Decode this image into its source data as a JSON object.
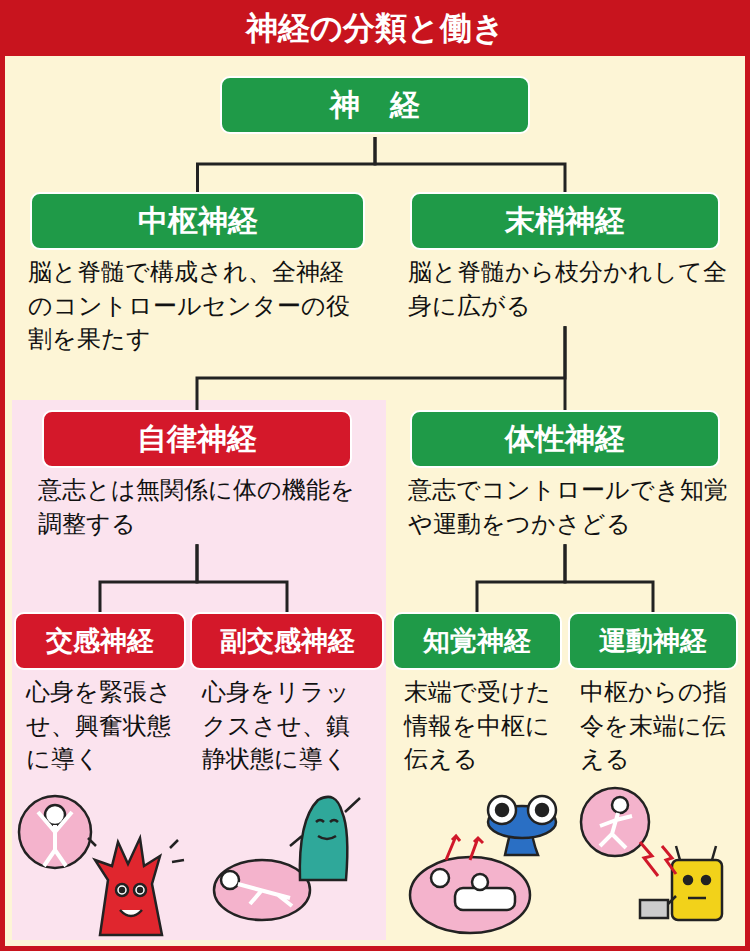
{
  "diagram": {
    "title": "神経の分類と働き",
    "nodes": [
      {
        "text": [
          "神　経"
        ]
      },
      {
        "text": [
          "中枢神経",
          "脳と脊髄で構成され、全神経のコントロールセンターの役割を果たす"
        ]
      },
      {
        "text": [
          "末梢神経",
          "脳と脊髄から枝分かれして全身に広がる"
        ]
      },
      {
        "text": [
          "自律神経",
          "意志とは無関係に体の機能を調整する"
        ]
      },
      {
        "text": [
          "体性神経",
          "意志でコントロールでき知覚や運動をつかさどる"
        ]
      },
      {
        "text": [
          "交感神経",
          "心身を緊張させ、興奮状態に導く"
        ]
      },
      {
        "text": [
          "副交感神経",
          "心身をリラックスさせ、鎮静状態に導く"
        ]
      },
      {
        "text": [
          "知覚神経",
          "末端で受けた情報を中枢に伝える"
        ]
      },
      {
        "text": [
          "運動神経",
          "中枢からの指令を末端に伝える"
        ]
      }
    ],
    "edges": [
      {
        "from": 0,
        "to": 1,
        "arrow": "none"
      },
      {
        "from": 0,
        "to": 2,
        "arrow": "none"
      },
      {
        "from": 2,
        "to": 3,
        "arrow": "none"
      },
      {
        "from": 2,
        "to": 4,
        "arrow": "none"
      },
      {
        "from": 3,
        "to": 5,
        "arrow": "none"
      },
      {
        "from": 3,
        "to": 6,
        "arrow": "none"
      },
      {
        "from": 4,
        "to": 7,
        "arrow": "none"
      },
      {
        "from": 4,
        "to": 8,
        "arrow": "none"
      }
    ]
  }
}
